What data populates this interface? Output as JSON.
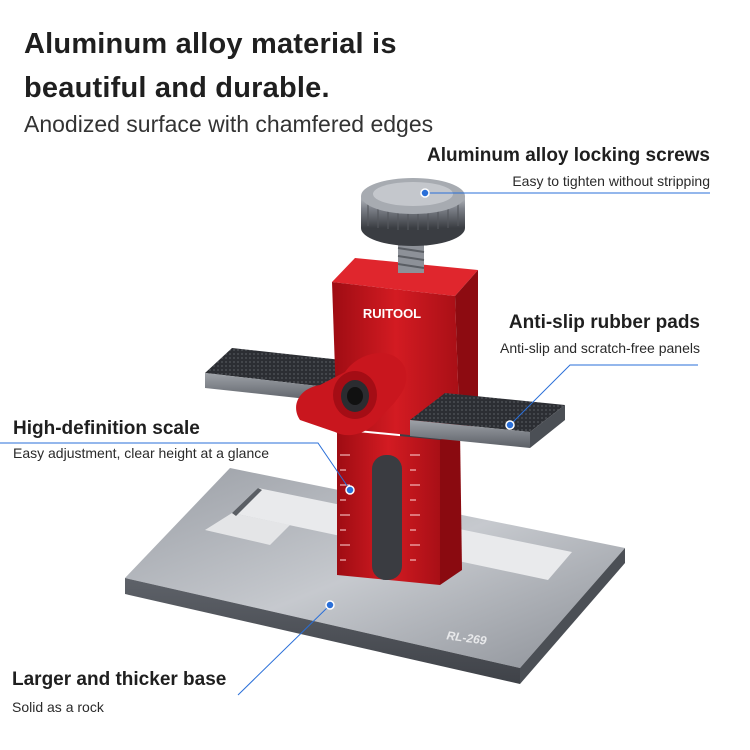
{
  "headline": {
    "line1": "Aluminum alloy material is",
    "line2": "beautiful and durable.",
    "subtitle": "Anodized surface with chamfered edges"
  },
  "product": {
    "brand": "RUITOOL",
    "model": "RL-269",
    "accent_color": "#c8141c",
    "metal_color": "#6d7178",
    "line_color": "#2a6fd8"
  },
  "callouts": {
    "screws": {
      "title": "Aluminum alloy locking screws",
      "desc": "Easy to tighten without stripping"
    },
    "pads": {
      "title": "Anti-slip rubber pads",
      "desc": "Anti-slip and scratch-free panels"
    },
    "scale": {
      "title": "High-definition scale",
      "desc": "Easy adjustment, clear height at a glance"
    },
    "base": {
      "title": "Larger and thicker base",
      "desc": "Solid as a rock"
    }
  }
}
